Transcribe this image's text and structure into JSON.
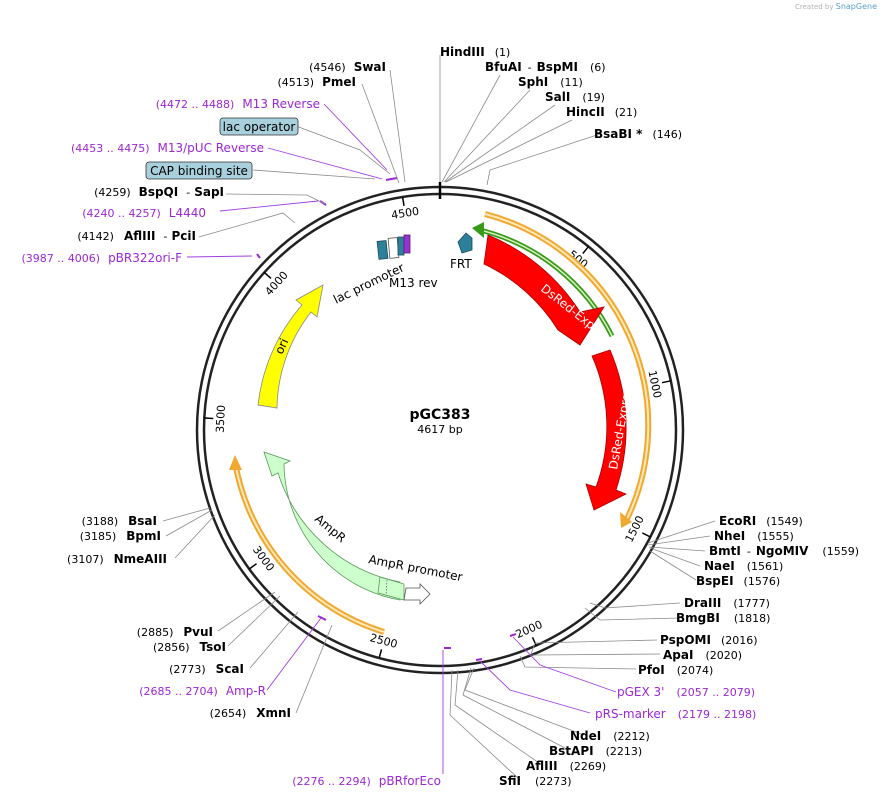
{
  "brand": {
    "prefix": "Created by",
    "name": "SnapGene"
  },
  "plasmid": {
    "name": "pGC383",
    "length_label": "4617 bp",
    "length": 4617
  },
  "ticks": [
    "500",
    "1000",
    "1500",
    "2000",
    "2500",
    "3000",
    "3500",
    "4000",
    "4500"
  ],
  "sites_right": [
    {
      "name": "HindIII",
      "pos": "(1)"
    },
    {
      "name": "BfuAI",
      "sep": "-",
      "name2": "BspMI",
      "pos": "(6)"
    },
    {
      "name": "SphI",
      "pos": "(11)"
    },
    {
      "name": "SalI",
      "pos": "(19)"
    },
    {
      "name": "HincII",
      "pos": "(21)"
    },
    {
      "name": "BsaBI *",
      "pos": "(146)"
    },
    {
      "name": "EcoRI",
      "pos": "(1549)"
    },
    {
      "name": "NheI",
      "pos": "(1555)"
    },
    {
      "name": "BmtI",
      "sep": "-",
      "name2": "NgoMIV",
      "pos": "(1559)"
    },
    {
      "name": "NaeI",
      "pos": "(1561)"
    },
    {
      "name": "BspEI",
      "pos": "(1576)"
    },
    {
      "name": "DraIII",
      "pos": "(1777)"
    },
    {
      "name": "BmgBI",
      "pos": "(1818)"
    },
    {
      "name": "PspOMI",
      "pos": "(2016)"
    },
    {
      "name": "ApaI",
      "pos": "(2020)"
    },
    {
      "name": "PfoI",
      "pos": "(2074)"
    },
    {
      "name": "NdeI",
      "pos": "(2212)"
    },
    {
      "name": "BstAPI",
      "pos": "(2213)"
    },
    {
      "name": "AflIII",
      "pos": "(2269)"
    },
    {
      "name": "SfiI",
      "pos": "(2273)"
    }
  ],
  "sites_left": [
    {
      "name": "SwaI",
      "pos": "(4546)"
    },
    {
      "name": "PmeI",
      "pos": "(4513)"
    },
    {
      "name": "BspQI",
      "sep": "-",
      "name2": "SapI",
      "pos": "(4259)"
    },
    {
      "name": "AflIII",
      "sep": "-",
      "name2": "PciI",
      "pos": "(4142)"
    },
    {
      "name": "BsaI",
      "pos": "(3188)"
    },
    {
      "name": "BpmI",
      "pos": "(3185)"
    },
    {
      "name": "NmeAIII",
      "pos": "(3107)"
    },
    {
      "name": "PvuI",
      "pos": "(2885)"
    },
    {
      "name": "TsoI",
      "pos": "(2856)"
    },
    {
      "name": "ScaI",
      "pos": "(2773)"
    },
    {
      "name": "XmnI",
      "pos": "(2654)"
    }
  ],
  "primers": [
    {
      "range": "(4472 .. 4488)",
      "name": "M13 Reverse"
    },
    {
      "range": "(4453 .. 4475)",
      "name": "M13/pUC Reverse"
    },
    {
      "range": "(4240 .. 4257)",
      "name": "L4440"
    },
    {
      "range": "(3987 .. 4006)",
      "name": "pBR322ori-F"
    },
    {
      "range": "(2685 .. 2704)",
      "name": "Amp-R"
    },
    {
      "range": "(2057 .. 2079)",
      "name": "pGEX 3'"
    },
    {
      "range": "(2179 .. 2198)",
      "name": "pRS-marker"
    },
    {
      "range": "(2276 .. 2294)",
      "name": "pBRforEco"
    }
  ],
  "boxed_features": [
    {
      "name": "lac operator"
    },
    {
      "name": "CAP binding site"
    }
  ],
  "features": [
    {
      "name": "DsRed-Express",
      "color": "#ff0000"
    },
    {
      "name": "DsRed-Express",
      "color": "#ff0000"
    },
    {
      "name": "FRT",
      "color": "#2e7f99"
    },
    {
      "name": "ori",
      "color": "#ffff00"
    },
    {
      "name": "AmpR",
      "color": "#ccffcc"
    },
    {
      "name": "AmpR promoter",
      "color": "#ffffff"
    },
    {
      "name": "lac promoter",
      "color": "#ffffff"
    },
    {
      "name": "M13 rev",
      "color": "#9933cc"
    }
  ],
  "colors": {
    "primer": "#9c27d4",
    "orf_outer": "#f0a830",
    "orf_inner": "#3a9a1a",
    "box_fill": "#a8d0dc"
  }
}
